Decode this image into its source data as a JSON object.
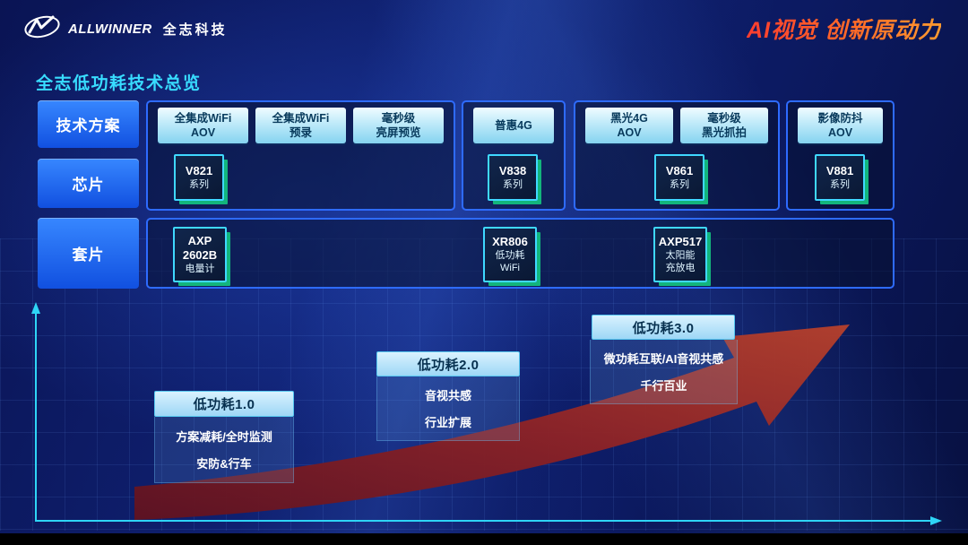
{
  "header": {
    "brand": "ALLWINNER",
    "brand_cn": "全志科技",
    "slogan": "AI视觉 创新原动力"
  },
  "title": "全志低功耗技术总览",
  "row_labels": {
    "solutions": "技术方案",
    "chips": "芯片",
    "companions": "套片"
  },
  "groups": [
    {
      "solutions": [
        {
          "line1": "全集成WiFi",
          "line2": "AOV"
        },
        {
          "line1": "全集成WiFi",
          "line2": "预录"
        },
        {
          "line1": "毫秒级",
          "line2": "亮屏预览"
        }
      ],
      "chip": {
        "name": "V821",
        "suffix": "系列"
      }
    },
    {
      "solutions": [
        {
          "line1": "普惠4G",
          "line2": ""
        }
      ],
      "chip": {
        "name": "V838",
        "suffix": "系列"
      }
    },
    {
      "solutions": [
        {
          "line1": "黑光4G",
          "line2": "AOV"
        },
        {
          "line1": "毫秒级",
          "line2": "黑光抓拍"
        }
      ],
      "chip": {
        "name": "V861",
        "suffix": "系列"
      }
    },
    {
      "solutions": [
        {
          "line1": "影像防抖",
          "line2": "AOV"
        }
      ],
      "chip": {
        "name": "V881",
        "suffix": "系列"
      }
    }
  ],
  "companions": [
    {
      "name1": "AXP",
      "name2": "2602B",
      "desc1": "电量计",
      "desc2": ""
    },
    {
      "name1": "XR806",
      "name2": "",
      "desc1": "低功耗",
      "desc2": "WiFi"
    },
    {
      "name1": "AXP517",
      "name2": "",
      "desc1": "太阳能",
      "desc2": "充放电"
    }
  ],
  "roadmap": [
    {
      "title": "低功耗1.0",
      "line1": "方案减耗/全时监测",
      "line2": "安防&行车"
    },
    {
      "title": "低功耗2.0",
      "line1": "音视共感",
      "line2": "行业扩展"
    },
    {
      "title": "低功耗3.0",
      "line1": "微功耗互联/AI音视共感",
      "line2": "千行百业"
    }
  ],
  "colors": {
    "accent_cyan": "#38dcff",
    "panel_border_blue": "#2e6bff",
    "label_blue": "#1f6bf2",
    "chip_border_cyan": "#3fd8ff",
    "chip_shadow_green": "#13b57c",
    "arrow_red": "#8c2226",
    "slogan_red": "#ff3d2e",
    "slogan_orange": "#ff9a2f"
  }
}
